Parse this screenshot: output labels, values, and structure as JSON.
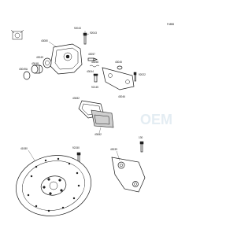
{
  "diagram": {
    "code": "F4898",
    "watermark": "OEM",
    "part_numbers": {
      "bolt_top": "92043",
      "bracket_top": "92043",
      "caliper": "43080",
      "seal_outer": "43049",
      "piston": "43048",
      "seal_inner": "43049A",
      "pin": "43057",
      "spring": "43058",
      "bleed": "43044",
      "bleed_cap": "92145",
      "bracket_washer": "43045",
      "bracket_bolt": "92022",
      "pin_side": "43046",
      "pad_spring": "43082",
      "pad_set": "43082",
      "disc": "41080",
      "disc_bolt": "92150",
      "guard": "43039",
      "guard_bolt": "130"
    }
  }
}
